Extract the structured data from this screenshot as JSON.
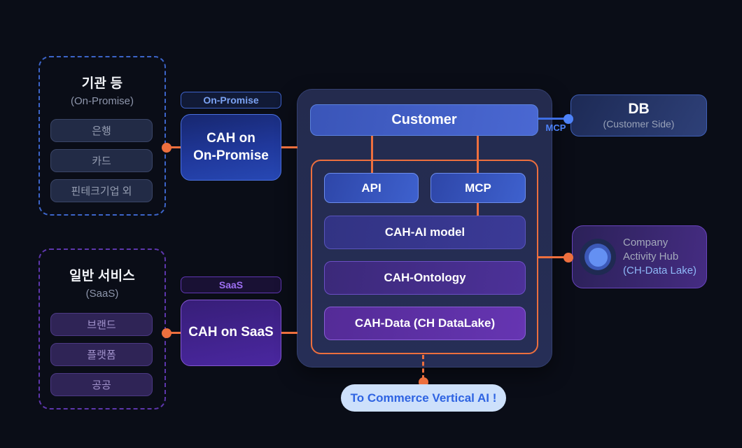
{
  "left_top": {
    "title": "기관 등",
    "subtitle": "(On-Promise)",
    "items": [
      "은행",
      "카드",
      "핀테크기업 외"
    ]
  },
  "left_bottom": {
    "title": "일반 서비스",
    "subtitle": "(SaaS)",
    "items": [
      "브랜드",
      "플랫폼",
      "공공"
    ]
  },
  "mid": {
    "onpromise_tag": "On-Promise",
    "onpromise_box": "CAH on\nOn-Promise",
    "saas_tag": "SaaS",
    "saas_box": "CAH on SaaS"
  },
  "panel": {
    "header": "Customer",
    "modules": {
      "api": "API",
      "mcp": "MCP",
      "ai": "CAH-AI model",
      "ontology": "CAH-Ontology",
      "data": "CAH-Data (CH DataLake)"
    }
  },
  "right": {
    "db_title": "DB",
    "db_subtitle": "(Customer Side)",
    "mcp_link_label": "MCP",
    "hub_line1": "Company",
    "hub_line2": "Activity Hub",
    "hub_line3": "(CH-Data Lake)"
  },
  "footer": {
    "cta_label": "To Commerce Vertical AI !"
  },
  "colors": {
    "orange": "#ED6F3E",
    "link_blue": "#4D82F8",
    "accent_blue": "#3E63CC",
    "accent_purple": "#5D36AC"
  }
}
